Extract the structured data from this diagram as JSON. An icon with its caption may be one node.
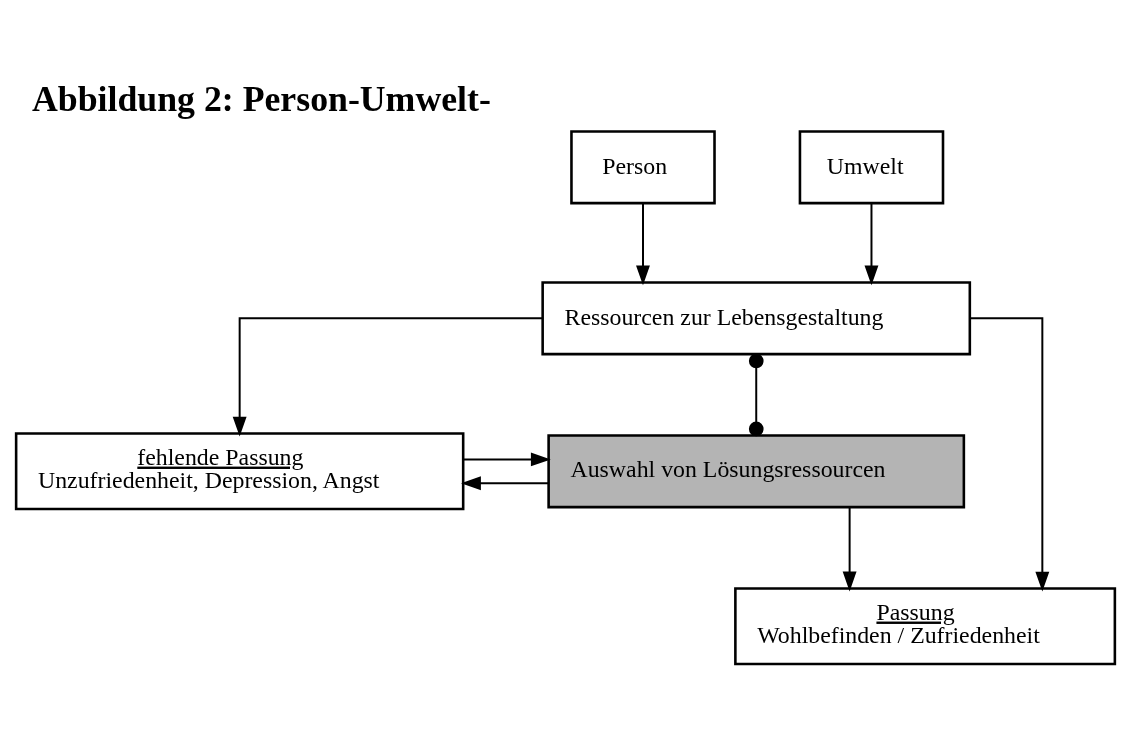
{
  "diagram": {
    "title": "Abbildung 2: Person-Umwelt-",
    "nodes": [
      {
        "text": [
          "Person"
        ]
      },
      {
        "text": [
          "Umwelt"
        ]
      },
      {
        "text": [
          "Ressourcen zur Lebensgestaltung"
        ]
      },
      {
        "text": [
          "fehlende Passung",
          "Unzufriedenheit, Depression, Angst"
        ]
      },
      {
        "text": [
          "Auswahl von Lösungsressourcen"
        ]
      },
      {
        "text": [
          "Passung",
          "Wohlbefinden / Zufriedenheit"
        ]
      }
    ],
    "edges": [
      {
        "from": 0,
        "to": 2,
        "arrow": "to"
      },
      {
        "from": 1,
        "to": 2,
        "arrow": "to"
      },
      {
        "from": 2,
        "to": 3,
        "arrow": "to"
      },
      {
        "from": 2,
        "to": 4,
        "arrow": "other"
      },
      {
        "from": 2,
        "to": 5,
        "arrow": "to"
      },
      {
        "from": 4,
        "to": 3,
        "arrow": "to"
      },
      {
        "from": 3,
        "to": 4,
        "arrow": "to"
      },
      {
        "from": 4,
        "to": 5,
        "arrow": "to"
      }
    ]
  }
}
